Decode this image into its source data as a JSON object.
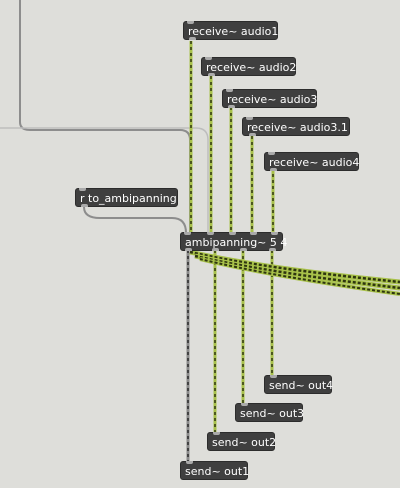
{
  "colors": {
    "canvas": "#dededa",
    "object_fill": "#3f3f3f",
    "object_text": "#ffffff",
    "signal_cord": "#a8c14a",
    "signal_cord_dash": "#2e3510",
    "control_cord": "#8d8d8d"
  },
  "objects": {
    "receive_audio1": "receive~ audio1",
    "receive_audio2": "receive~ audio2",
    "receive_audio3": "receive~ audio3",
    "receive_audio3_1": "receive~ audio3.1",
    "receive_audio4": "receive~ audio4",
    "r_to_ambipanning": "r to_ambipanning",
    "ambipanning": "ambipanning~ 5 4",
    "send_out1": "send~ out1",
    "send_out2": "send~ out2",
    "send_out3": "send~ out3",
    "send_out4": "send~ out4"
  }
}
